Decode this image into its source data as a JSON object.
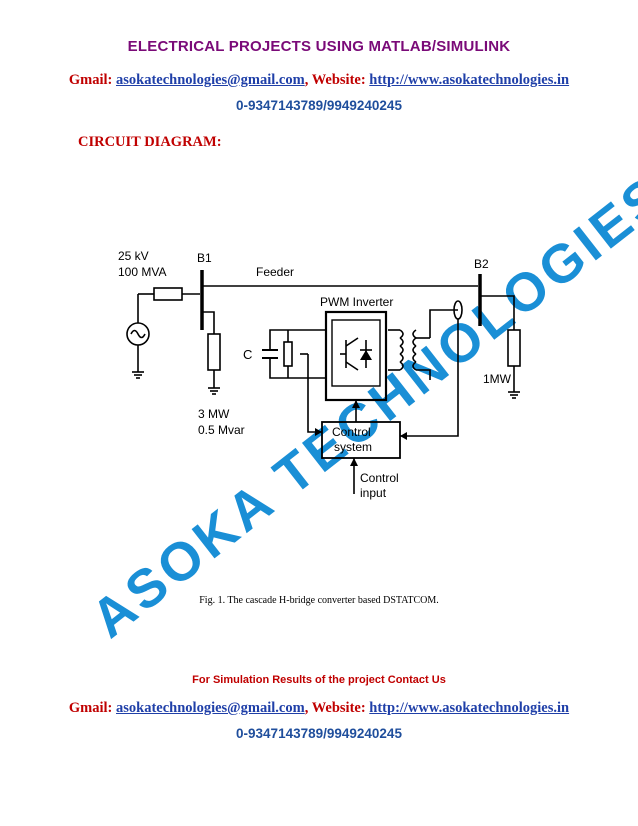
{
  "header": {
    "title": "ELECTRICAL PROJECTS USING MATLAB/SIMULINK",
    "gmail_label": "Gmail:",
    "email": "asokatechnologies@gmail.com",
    "website_label": ", Website:",
    "website": "http://www.asokatechnologies.in",
    "phone": "0-9347143789/9949240245"
  },
  "section_heading": "CIRCUIT DIAGRAM:",
  "diagram": {
    "source_voltage": "25 kV",
    "source_power": "100 MVA",
    "bus1": "B1",
    "bus2": "B2",
    "feeder": "Feeder",
    "inverter": "PWM Inverter",
    "capacitor": "C",
    "load1_p": "3 MW",
    "load1_q": "0.5 Mvar",
    "load2": "1MW",
    "control_line1": "Control",
    "control_line2": "system",
    "input_line1": "Control",
    "input_line2": "input"
  },
  "caption": "Fig. 1. The cascade H-bridge converter based DSTATCOM.",
  "footer": {
    "sim_note": "For Simulation Results of the project Contact Us",
    "gmail_label": "Gmail:",
    "email": "asokatechnologies@gmail.com",
    "website_label": ", Website:",
    "website": "http://www.asokatechnologies.in",
    "phone": "0-9347143789/9949240245"
  },
  "watermark": "ASOKA TECHNOLOGIES",
  "colors": {
    "title": "#7a0a78",
    "label": "#c00000",
    "link": "#1f3fa8",
    "phone": "#1f4e9c",
    "heading": "#c00000",
    "sim": "#c00000",
    "watermark": "#1a8fd6"
  }
}
